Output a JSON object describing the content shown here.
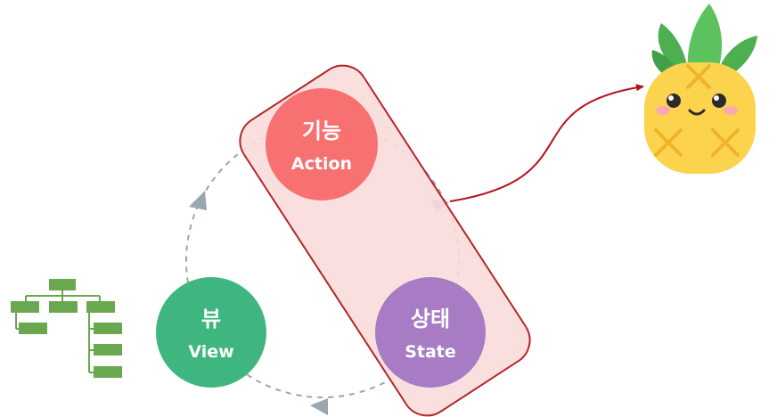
{
  "nodes": {
    "action": {
      "title": "기능",
      "subtitle": "Action",
      "color": "#f87171"
    },
    "state": {
      "title": "상태",
      "subtitle": "State",
      "color": "#a77cc4"
    },
    "view": {
      "title": "뷰",
      "subtitle": "View",
      "color": "#3fb67f"
    }
  },
  "colors": {
    "highlight_fill": "#f9dcdc",
    "highlight_stroke": "#b3262a",
    "cycle_arrow": "#9aa6b0",
    "connector": "#b3121b",
    "tree": "#6aa84f",
    "pineapple_body": "#fcd34d",
    "pineapple_leaves": "#4caf50"
  },
  "icons": {
    "tree": "hierarchy-tree-icon",
    "mascot": "pineapple-mascot"
  }
}
